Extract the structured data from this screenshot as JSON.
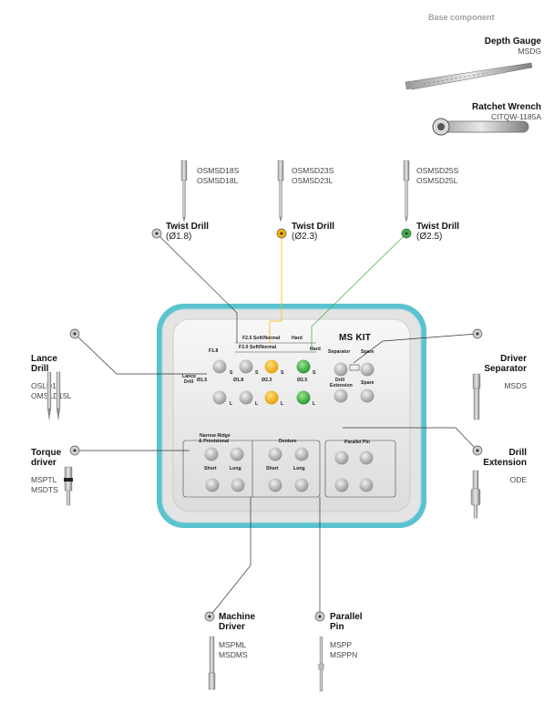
{
  "header": {
    "base_component": "Base component"
  },
  "base_items": [
    {
      "title": "Depth Gauge",
      "code": "MSDG"
    },
    {
      "title": "Ratchet Wrench",
      "code": "CITQW-1185A"
    }
  ],
  "top_drills": [
    {
      "title": "Twist Drill",
      "size": "(Ø1.8)",
      "codes": [
        "OSMSD18S",
        "OSMSD18L"
      ],
      "color": "#bfbfbf"
    },
    {
      "title": "Twist Drill",
      "size": "(Ø2.3)",
      "codes": [
        "OSMSD23S",
        "OSMSD23L"
      ],
      "color": "#f4b400"
    },
    {
      "title": "Twist Drill",
      "size": "(Ø2.5)",
      "codes": [
        "OSMSD25S",
        "OSMSD25L"
      ],
      "color": "#3cb043"
    }
  ],
  "left_items": [
    {
      "title": [
        "Lance",
        "Drill"
      ],
      "codes": [
        "OSLD15",
        "OMSLD15L"
      ]
    },
    {
      "title": [
        "Torque",
        "driver"
      ],
      "codes": [
        "MSPTL",
        "MSDTS"
      ]
    }
  ],
  "right_items": [
    {
      "title": [
        "Driver",
        "Separator"
      ],
      "codes": [
        "MSDS"
      ]
    },
    {
      "title": [
        "Drill",
        "Extension"
      ],
      "codes": [
        "ODE"
      ]
    }
  ],
  "bottom_items": [
    {
      "title": [
        "Machine",
        "Driver"
      ],
      "codes": [
        "MSPML",
        "MSDMS"
      ]
    },
    {
      "title": [
        "Parallel",
        "Pin"
      ],
      "codes": [
        "MSPP",
        "MSPPN"
      ]
    }
  ],
  "kit": {
    "name": "MS KIT",
    "f25": "F2.5 Soft/Normal",
    "hard1": "Hard",
    "f18": "F1.8",
    "f30": "F3.0 Soft/Normal",
    "hard2": "Hard",
    "separator": "Separator",
    "spare1": "Spare",
    "drill_ext": [
      "Drill",
      "Extension"
    ],
    "spare2": "Spare",
    "lance_drill": [
      "Lance",
      "Drill"
    ],
    "d15": "Ø1.5",
    "d18": "Ø1.8",
    "d23": "Ø2.3",
    "d25": "Ø2.5",
    "s": "S",
    "l": "L",
    "narrow": [
      "Narrow Ridge",
      "& Provisional"
    ],
    "denture": "Denture",
    "parallel_pin": "Parallel Pin",
    "short": "Short",
    "long": "Long",
    "colors": {
      "gray": "#bdbdbd",
      "yellow": "#f4b400",
      "green": "#3cb043",
      "tray_rim": "#5bc3cf"
    }
  }
}
